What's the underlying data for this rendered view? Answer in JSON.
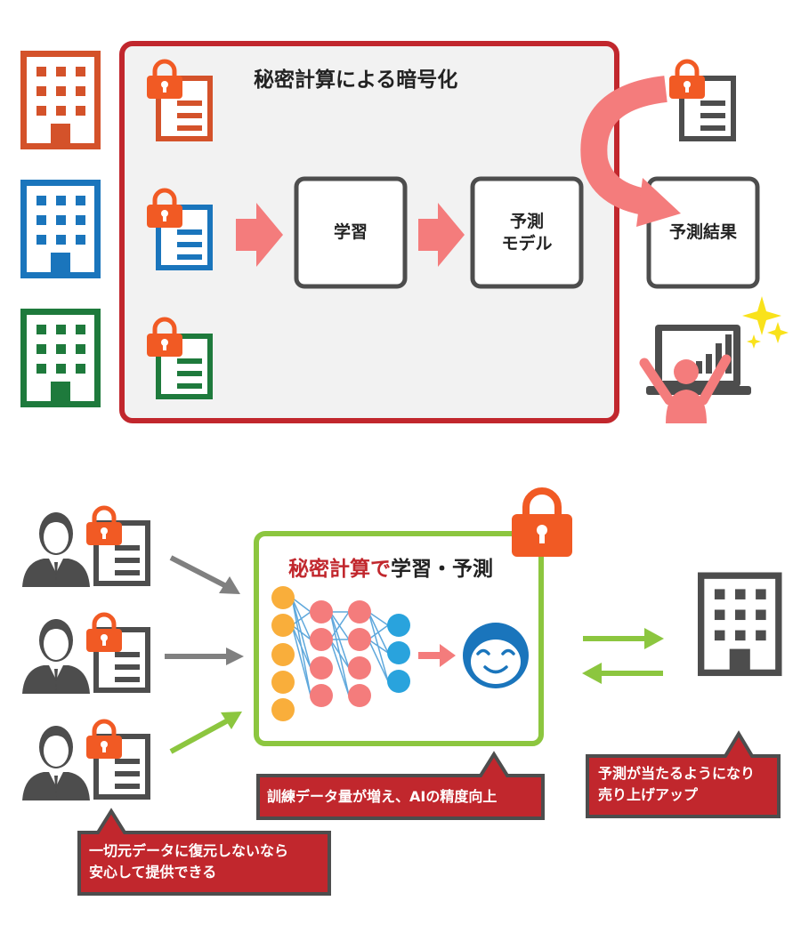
{
  "top": {
    "title": "秘密計算による暗号化",
    "learning_label": "学習",
    "model_label_line1": "予測",
    "model_label_line2": "モデル",
    "result_label": "予測結果"
  },
  "bottom": {
    "title_red": "秘密計算で",
    "title_black": "学習・予測",
    "callout_training": "訓練データ量が増え、AIの精度向上",
    "callout_sales_line1": "予測が当たるようになり",
    "callout_sales_line2": "売り上げアップ",
    "callout_safe_line1": "一切元データに復元しないなら",
    "callout_safe_line2": "安心して提供できる"
  },
  "colors": {
    "red_border": "#c1272d",
    "orange": "#d4522a",
    "blue": "#1a75bc",
    "green": "#1e7a3c",
    "pink": "#f47c7c",
    "lock": "#f15a24",
    "dark": "#4d4d4d",
    "lime": "#8cc63f",
    "callout_fill": "#c1272d"
  }
}
